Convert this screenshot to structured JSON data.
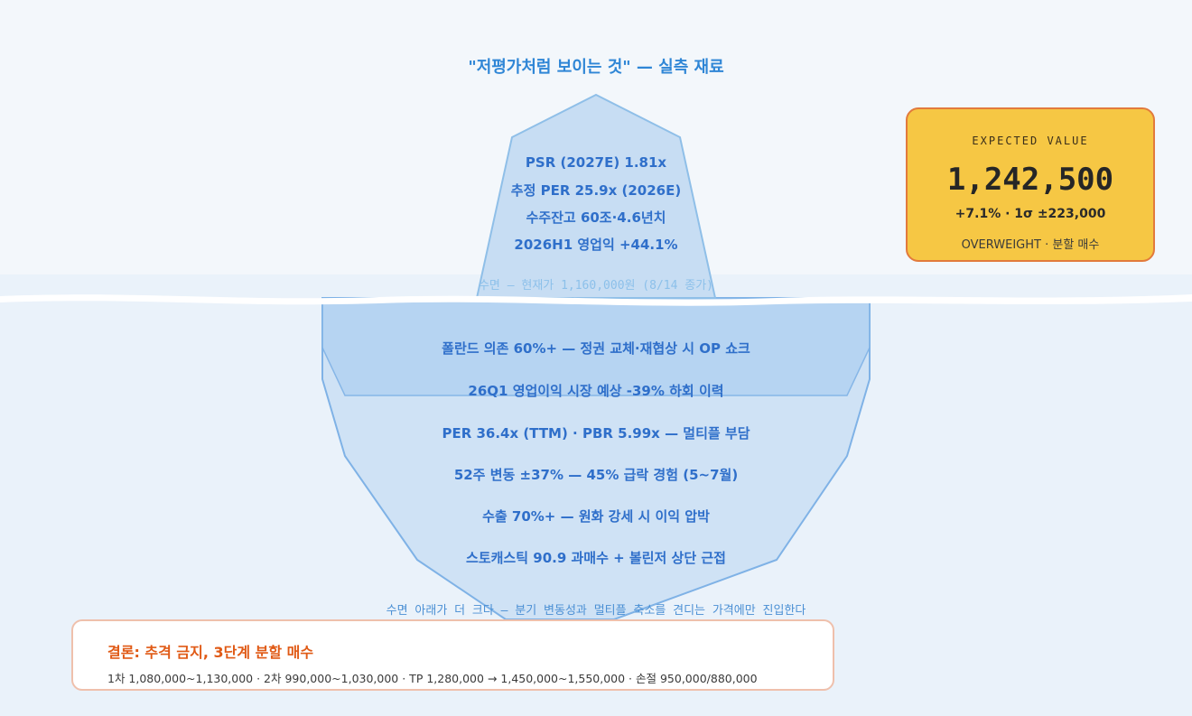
{
  "diagram": {
    "title": "\"저평가처럼 보이는 것\" — 실측 재료",
    "tip_items": [
      "PSR (2027E) 1.81x",
      "추정 PER 25.9x (2026E)",
      "수주잔고 60조·4.6년치",
      "2026H1 영업익 +44.1%"
    ],
    "waterline_label": "수면 — 현재가 1,160,000원 (8/14 종가)",
    "underwater_items": [
      "폴란드 의존 60%+ — 정권 교체·재협상 시 OP 쇼크",
      "26Q1 영업이익 시장 예상 -39% 하회 이력",
      "PER 36.4x (TTM) · PBR 5.99x — 멀티플 부담",
      "52주 변동 ±37% — 45% 급락 경험 (5~7월)",
      "수출 70%+ — 원화 강세 시 이익 압박",
      "스토캐스틱 90.9 과매수 + 볼린저 상단 근접"
    ],
    "bottom_note": "수면 아래가 더 크다 — 분기 변동성과 멀티플 축소를 견디는 가격에만 진입한다"
  },
  "expected_value": {
    "label": "EXPECTED VALUE",
    "value": "1,242,500",
    "delta": "+7.1% · 1σ ±223,000",
    "rating": "OVERWEIGHT · 분할 매수"
  },
  "conclusion": {
    "title": "결론: 추격 금지, 3단계 분할 매수",
    "detail": "1차 1,080,000~1,130,000 · 2차 990,000~1,030,000 · TP 1,280,000 → 1,450,000~1,550,000 · 손절 950,000/880,000"
  },
  "colors": {
    "title": "#2f86d6",
    "tip_text": "#2f6fca",
    "under_text": "#2f6fca",
    "ice_fill": "#c3dcf3",
    "ice_stroke": "#8fbfe8",
    "water": "#e9f1fa",
    "ev_bg": "#f6c744",
    "ev_border": "#e27a3c",
    "conclusion_title": "#e05a16"
  }
}
